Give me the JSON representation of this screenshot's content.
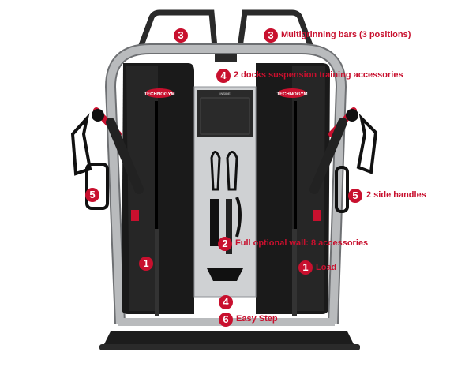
{
  "image": {
    "subject": "functional trainer machine",
    "brand_logo_text": "TECHNOGYM",
    "panel_header_text": "INSIDE"
  },
  "colors": {
    "accent": "#c8102e",
    "frame": "#b9bbbd",
    "frame_shadow": "#6e7073",
    "panel": "#1a1a1a",
    "panel_highlight": "#2e2e2e",
    "wall": "#cfd1d3"
  },
  "callouts": [
    {
      "number": "3",
      "text": "Multigrinning bars (3 positions)"
    },
    {
      "number": "4",
      "text": "2 docks suspension training accessories"
    },
    {
      "number": "5",
      "text": "2 side handles"
    },
    {
      "number": "2",
      "text": "Full optional wall: 8 accessories"
    },
    {
      "number": "1",
      "text": "Load"
    },
    {
      "number": "6",
      "text": "Easy Step"
    }
  ],
  "badges_only": [
    "3",
    "5",
    "1",
    "4"
  ]
}
